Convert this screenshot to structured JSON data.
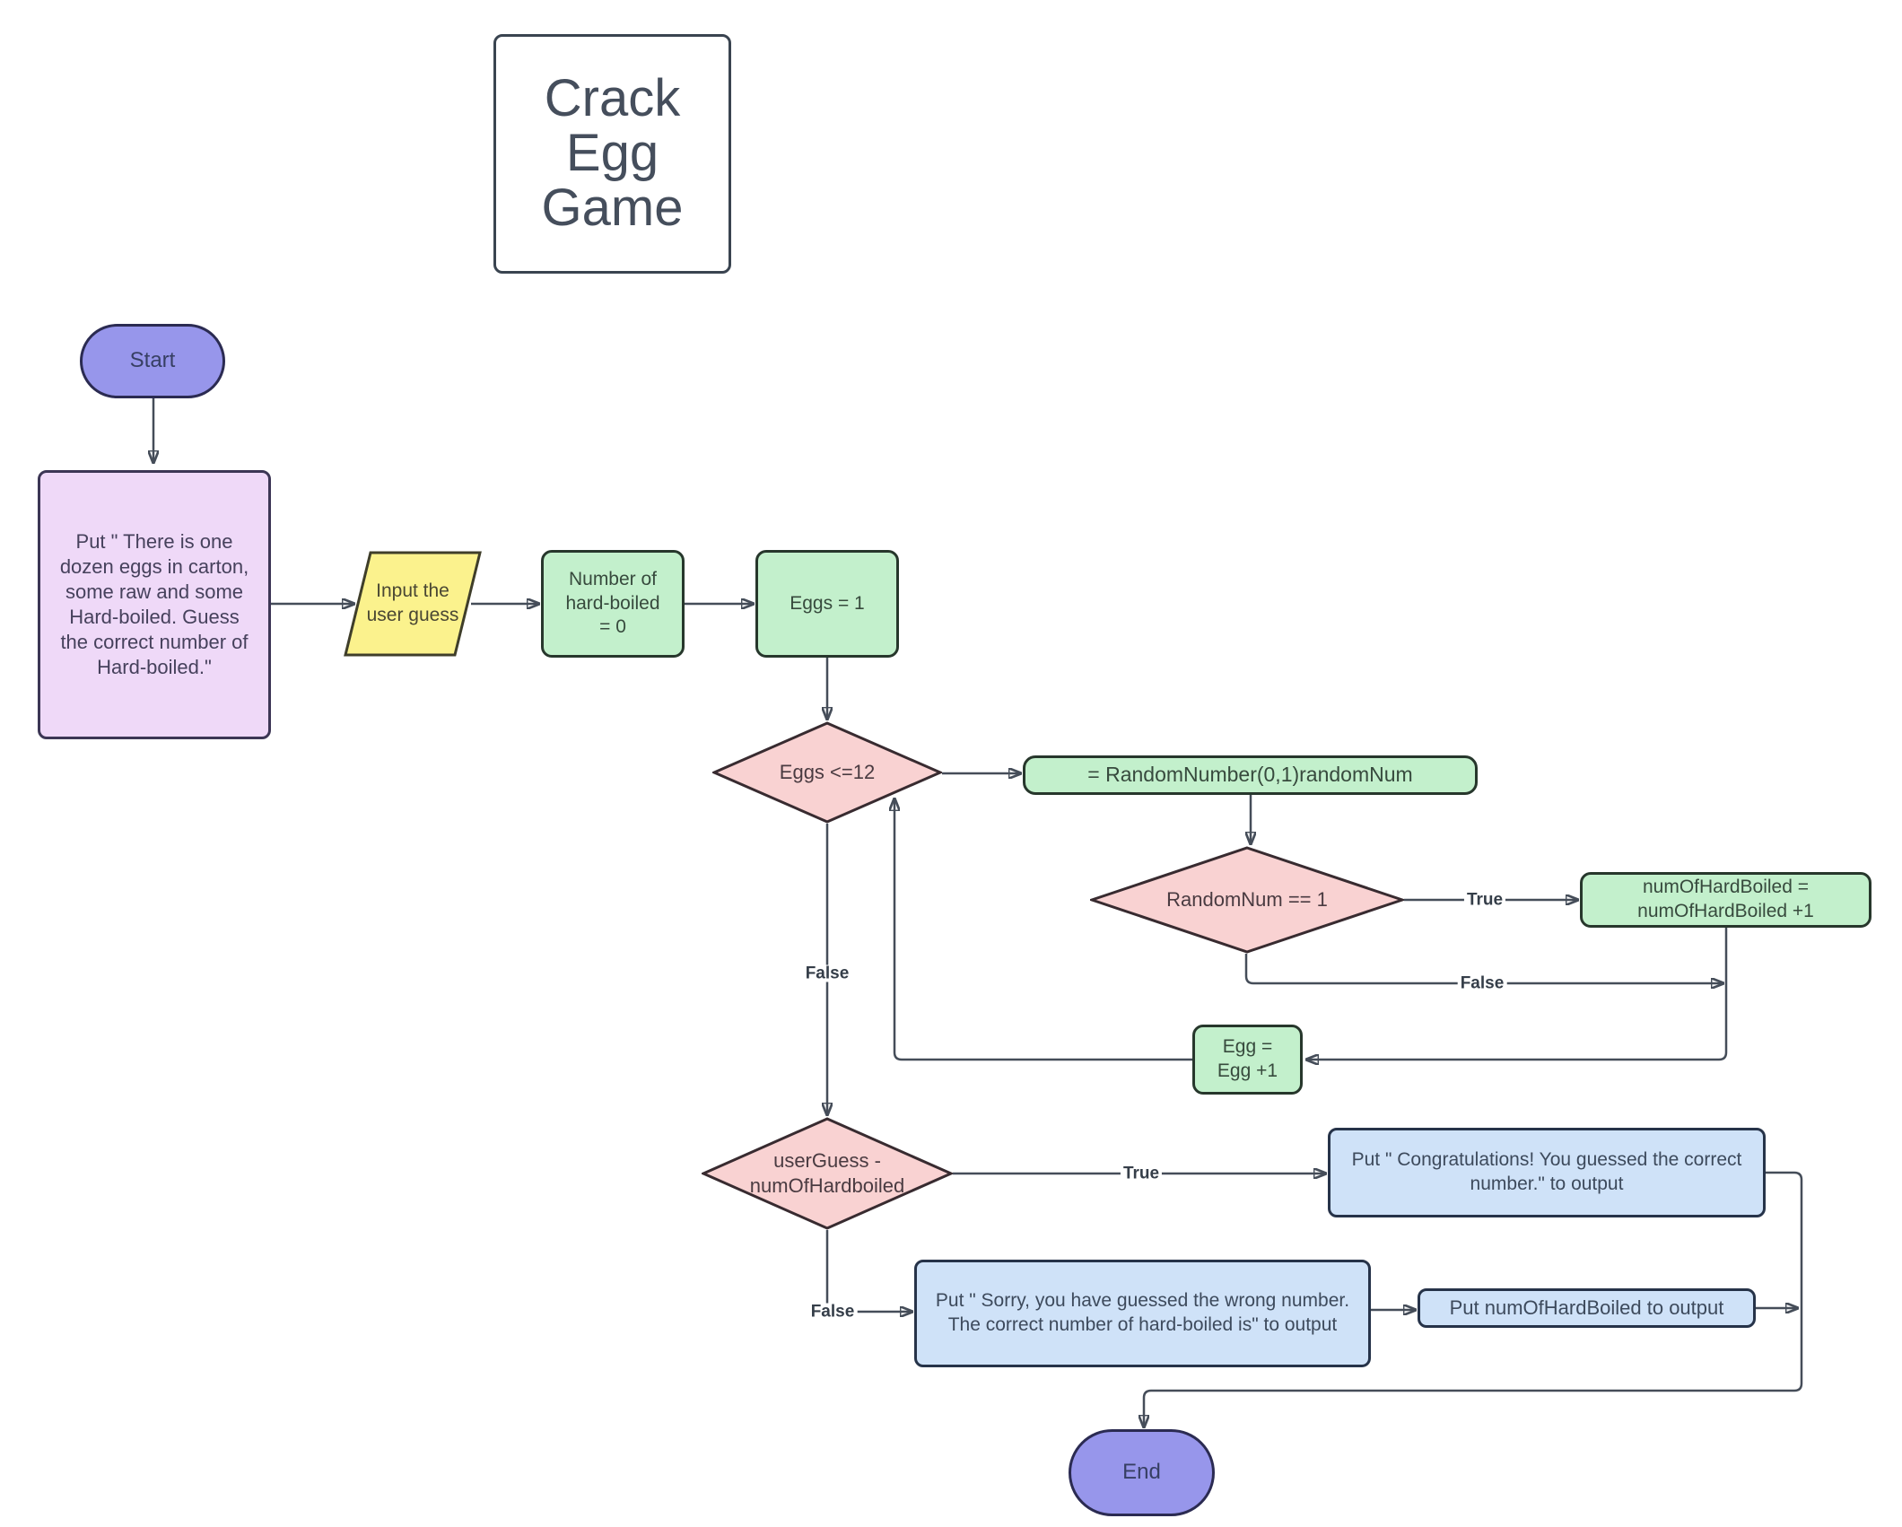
{
  "diagram": {
    "type": "flowchart",
    "title": "Crack Egg Game",
    "nodes": {
      "title_box": {
        "label": "Crack Egg Game",
        "shape": "rectangle",
        "fill": "#ffffff"
      },
      "start": {
        "label": "Start",
        "shape": "terminator",
        "fill": "#9796eb"
      },
      "intro_message": {
        "label": "Put \" There is one dozen eggs in carton, some raw and some Hard-boiled. Guess the correct number of Hard-boiled.\"",
        "shape": "process",
        "fill": "#efd9f8"
      },
      "input_guess": {
        "label": "Input the user guess",
        "shape": "input-output",
        "fill": "#fbf28d"
      },
      "init_hard_boiled": {
        "label": "Number of hard-boiled = 0",
        "shape": "process",
        "fill": "#c3f0cc"
      },
      "init_eggs": {
        "label": "Eggs = 1",
        "shape": "process",
        "fill": "#c3f0cc"
      },
      "eggs_loop_cond": {
        "label": "Eggs <=12",
        "shape": "decision",
        "fill": "#f9d2d2"
      },
      "random_assign": {
        "label": "= RandomNumber(0,1)randomNum",
        "shape": "process",
        "fill": "#c3f0cc"
      },
      "random_cond": {
        "label": "RandomNum == 1",
        "shape": "decision",
        "fill": "#f9d2d2"
      },
      "increment_hard_boiled": {
        "label": "numOfHardBoiled = numOfHardBoiled +1",
        "shape": "process",
        "fill": "#c3f0cc"
      },
      "increment_egg": {
        "label": "Egg =\nEgg +1",
        "shape": "process",
        "fill": "#c3f0cc"
      },
      "guess_cond": {
        "label": "userGuess - numOfHardboiled",
        "shape": "decision",
        "fill": "#f9d2d2"
      },
      "congrats_output": {
        "label": "Put \" Congratulations! You guessed the correct number.\" to output",
        "shape": "process",
        "fill": "#cfe2f8"
      },
      "sorry_output": {
        "label": "Put \" Sorry, you have guessed the wrong number. The correct number of hard-boiled is\" to output",
        "shape": "process",
        "fill": "#cfe2f8"
      },
      "num_output": {
        "label": "Put numOfHardBoiled to output",
        "shape": "process",
        "fill": "#cfe2f8"
      },
      "end": {
        "label": "End",
        "shape": "terminator",
        "fill": "#9796eb"
      }
    },
    "edge_labels": {
      "random_true": "True",
      "random_false": "False",
      "eggs_false": "False",
      "guess_true": "True",
      "guess_false": "False"
    },
    "edges": [
      {
        "from": "start",
        "to": "intro_message",
        "label": ""
      },
      {
        "from": "intro_message",
        "to": "input_guess",
        "label": ""
      },
      {
        "from": "input_guess",
        "to": "init_hard_boiled",
        "label": ""
      },
      {
        "from": "init_hard_boiled",
        "to": "init_eggs",
        "label": ""
      },
      {
        "from": "init_eggs",
        "to": "eggs_loop_cond",
        "label": ""
      },
      {
        "from": "eggs_loop_cond",
        "to": "random_assign",
        "label": ""
      },
      {
        "from": "random_assign",
        "to": "random_cond",
        "label": ""
      },
      {
        "from": "random_cond",
        "to": "increment_hard_boiled",
        "label": "True"
      },
      {
        "from": "random_cond",
        "to": "increment_egg",
        "label": "False"
      },
      {
        "from": "increment_hard_boiled",
        "to": "increment_egg",
        "label": ""
      },
      {
        "from": "increment_egg",
        "to": "eggs_loop_cond",
        "label": ""
      },
      {
        "from": "eggs_loop_cond",
        "to": "guess_cond",
        "label": "False"
      },
      {
        "from": "guess_cond",
        "to": "congrats_output",
        "label": "True"
      },
      {
        "from": "guess_cond",
        "to": "sorry_output",
        "label": "False"
      },
      {
        "from": "sorry_output",
        "to": "num_output",
        "label": ""
      },
      {
        "from": "congrats_output",
        "to": "end",
        "label": ""
      },
      {
        "from": "num_output",
        "to": "end",
        "label": ""
      }
    ],
    "colors": {
      "background": "#ffffff",
      "terminator_fill": "#9796eb",
      "process_purple_fill": "#efd9f8",
      "input_fill": "#fbf28d",
      "process_green_fill": "#c3f0cc",
      "decision_fill": "#f9d2d2",
      "output_blue_fill": "#cfe2f8",
      "line": "#454d59",
      "text": "#3e4a57"
    }
  }
}
